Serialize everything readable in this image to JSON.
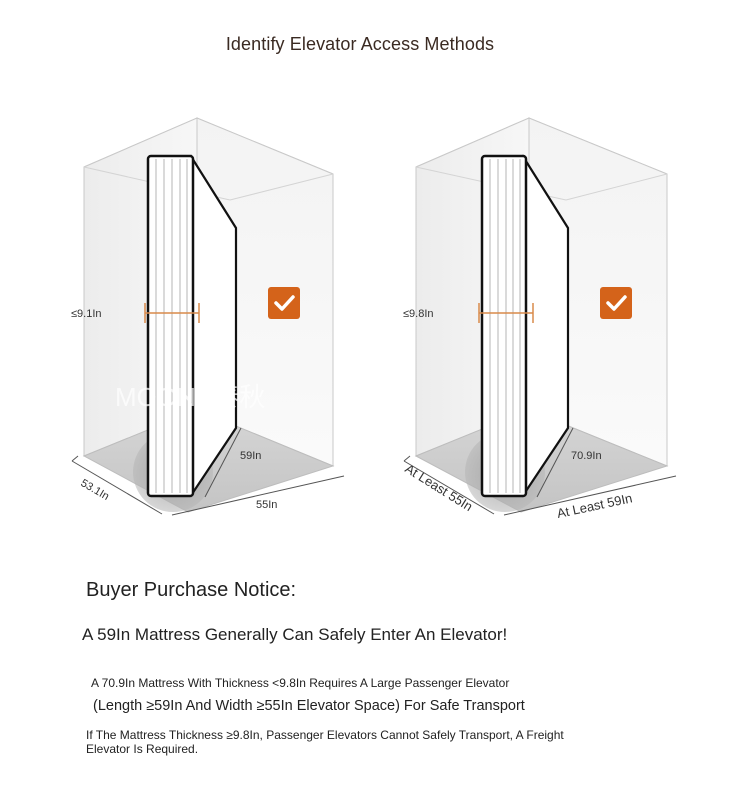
{
  "title": "Identify Elevator Access Methods",
  "watermark": "MOONB秦秋",
  "left_diagram": {
    "thickness_label": "≤9.1In",
    "mattress_width_label": "59In",
    "floor_depth_label": "53.1In",
    "floor_width_label": "55In",
    "check_icon": "check-icon"
  },
  "right_diagram": {
    "thickness_label": "≤9.8In",
    "mattress_width_label": "70.9In",
    "floor_depth_label": "At Least 55In",
    "floor_width_label": "At Least 59In",
    "check_icon": "check-icon"
  },
  "colors": {
    "accent": "#d4631a",
    "title": "#3a2a22",
    "measure_line": "#d98a4a"
  },
  "notice": {
    "heading": "Buyer Purchase Notice:",
    "main": "A 59In Mattress Generally Can Safely Enter An Elevator!",
    "line1": "A 70.9In Mattress With Thickness <9.8In Requires A Large Passenger Elevator",
    "line2": "(Length ≥59In And Width ≥55In Elevator Space) For Safe Transport",
    "line3": "If The Mattress Thickness ≥9.8In, Passenger Elevators Cannot Safely Transport, A Freight Elevator Is Required."
  }
}
